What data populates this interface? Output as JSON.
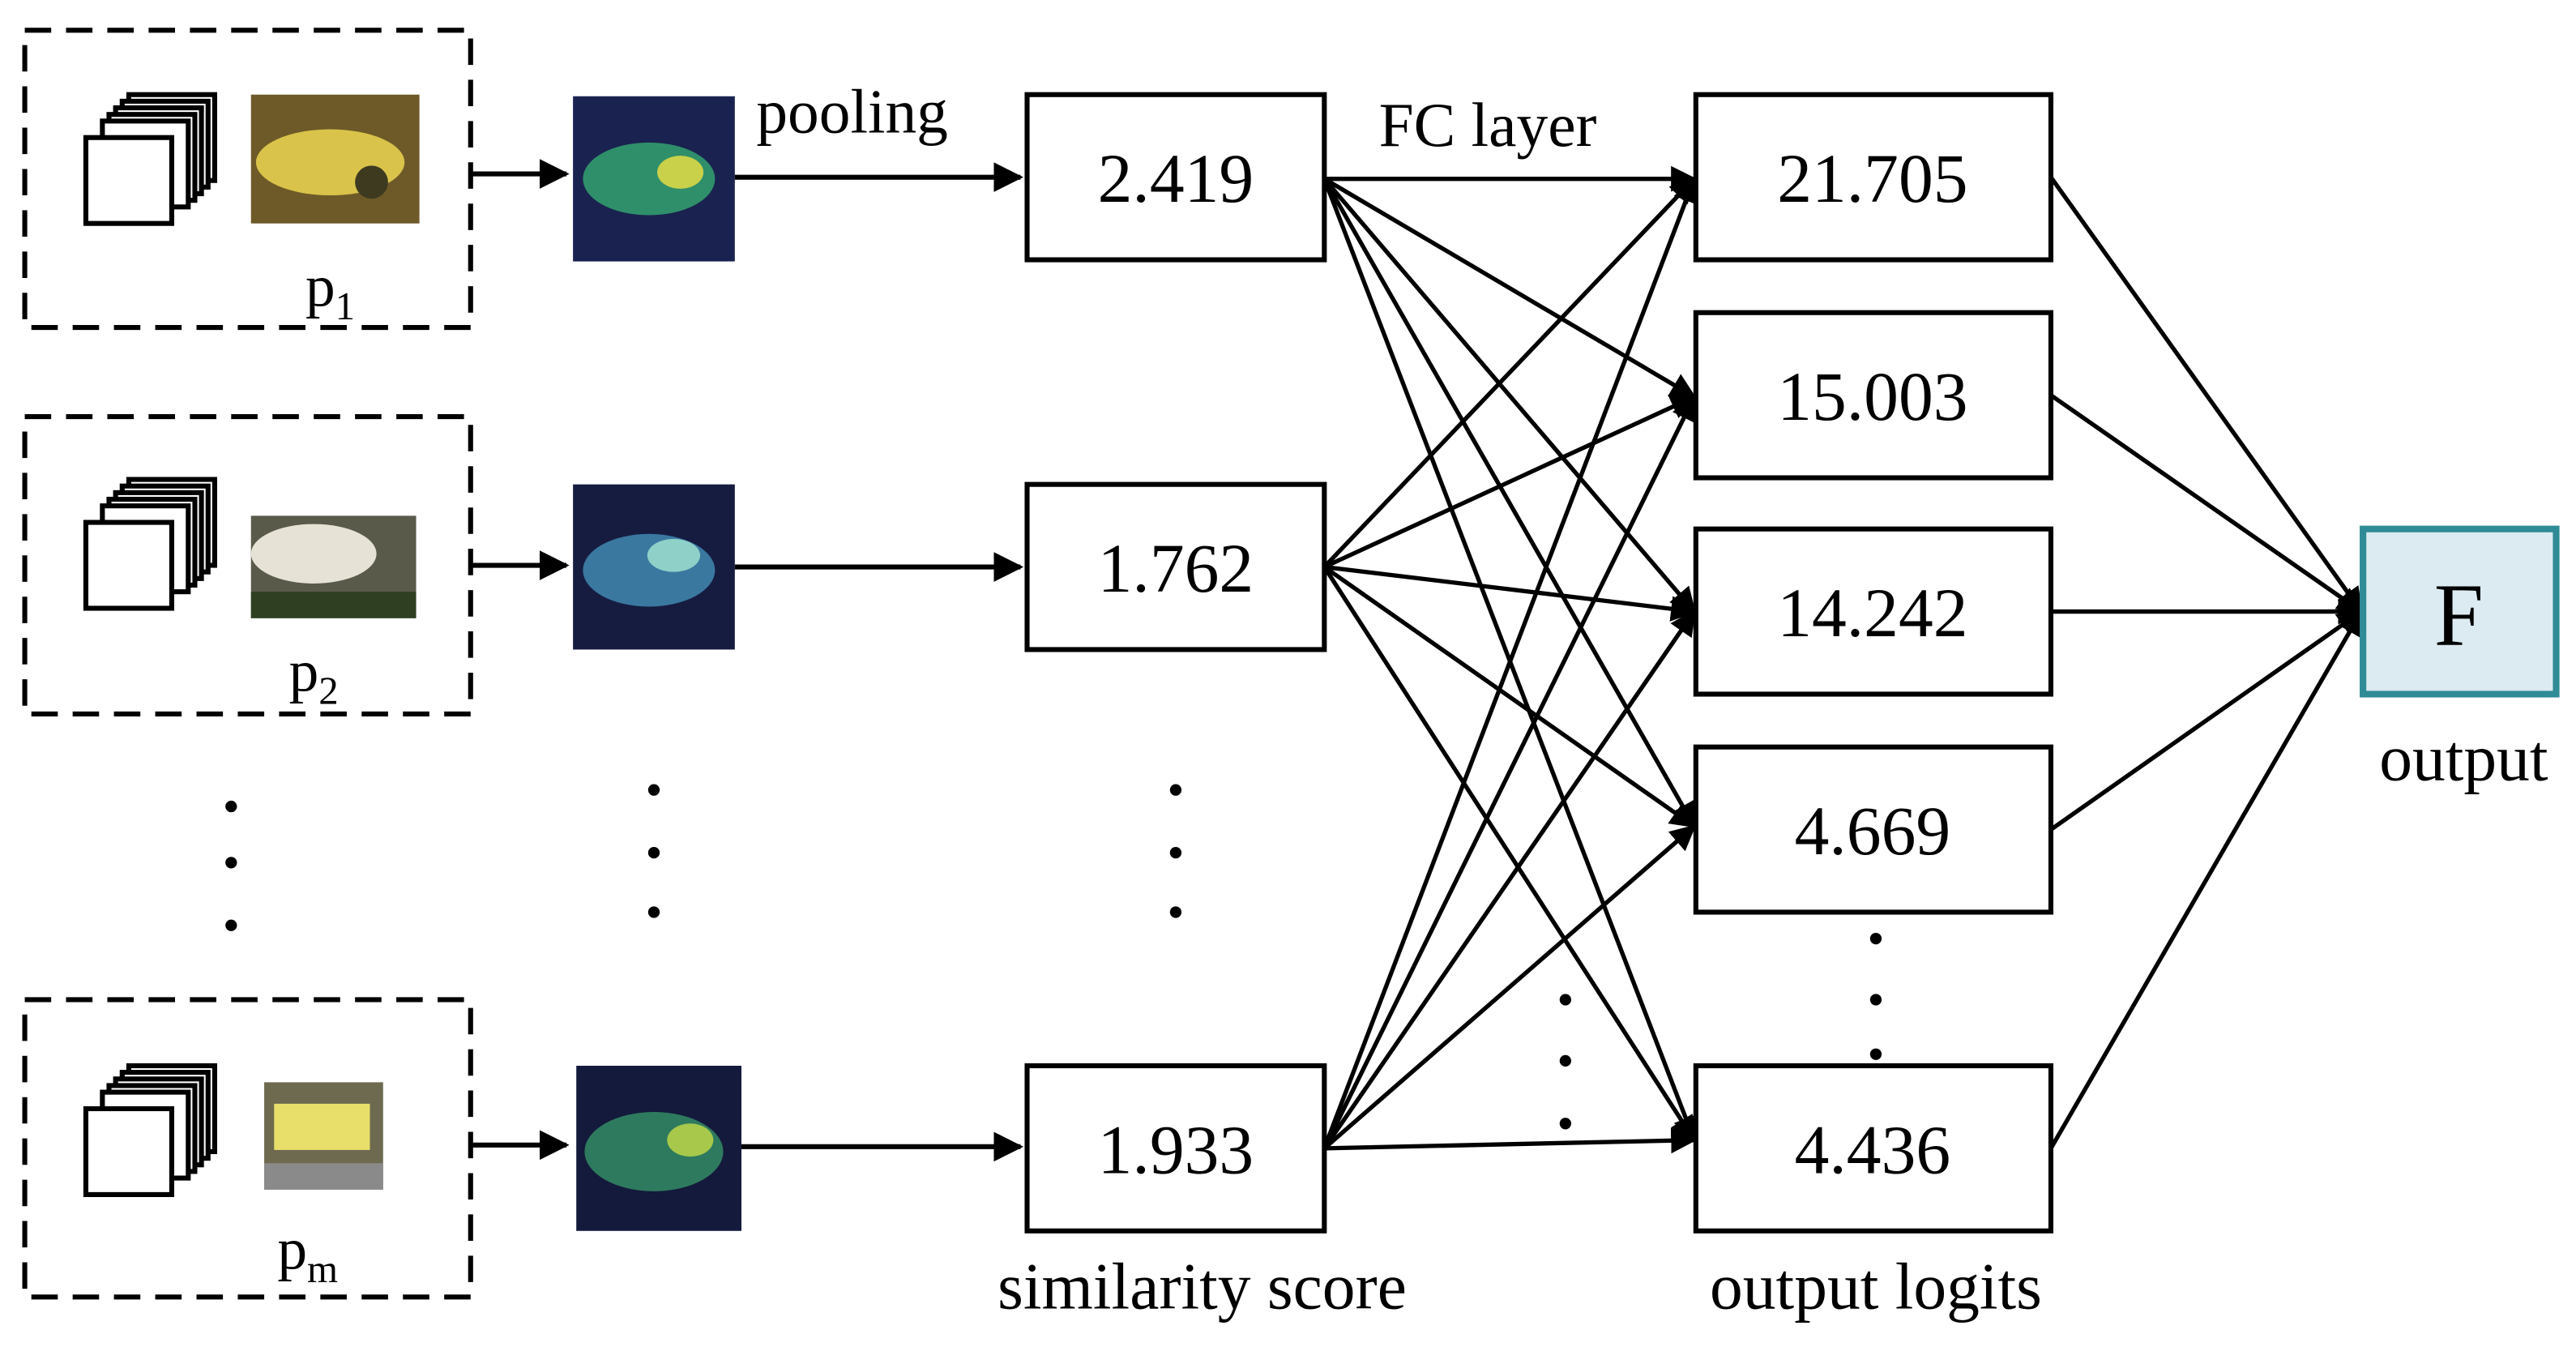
{
  "prototypes": [
    {
      "label_base": "p",
      "label_sub": "1",
      "thumb_colors": [
        "#6e5a28",
        "#d9c34a",
        "#3d3a20"
      ],
      "heat_colors": [
        "#1a2250",
        "#2f8f6a",
        "#c9d14a"
      ]
    },
    {
      "label_base": "p",
      "label_sub": "2",
      "thumb_colors": [
        "#5a5a4a",
        "#e6e3d6",
        "#2f3f22"
      ],
      "heat_colors": [
        "#161c40",
        "#3a78a0",
        "#8fd0c8"
      ]
    },
    {
      "label_base": "p",
      "label_sub": "m",
      "thumb_colors": [
        "#6d6a50",
        "#e8df6a",
        "#8a8a8a"
      ],
      "heat_colors": [
        "#141a3c",
        "#2e7a5e",
        "#a7c84a"
      ]
    }
  ],
  "labels": {
    "pooling": "pooling",
    "fc_layer": "FC layer",
    "similarity_score": "similarity score",
    "output_logits": "output logits",
    "output": "output",
    "output_symbol": "F"
  },
  "similarity_scores": [
    "2.419",
    "1.762",
    "1.933"
  ],
  "output_logits": [
    "21.705",
    "15.003",
    "14.242",
    "4.669",
    "4.436"
  ],
  "colors": {
    "stroke": "#000000",
    "output_fill": "#dcebf1",
    "output_border": "#2f8b96"
  }
}
